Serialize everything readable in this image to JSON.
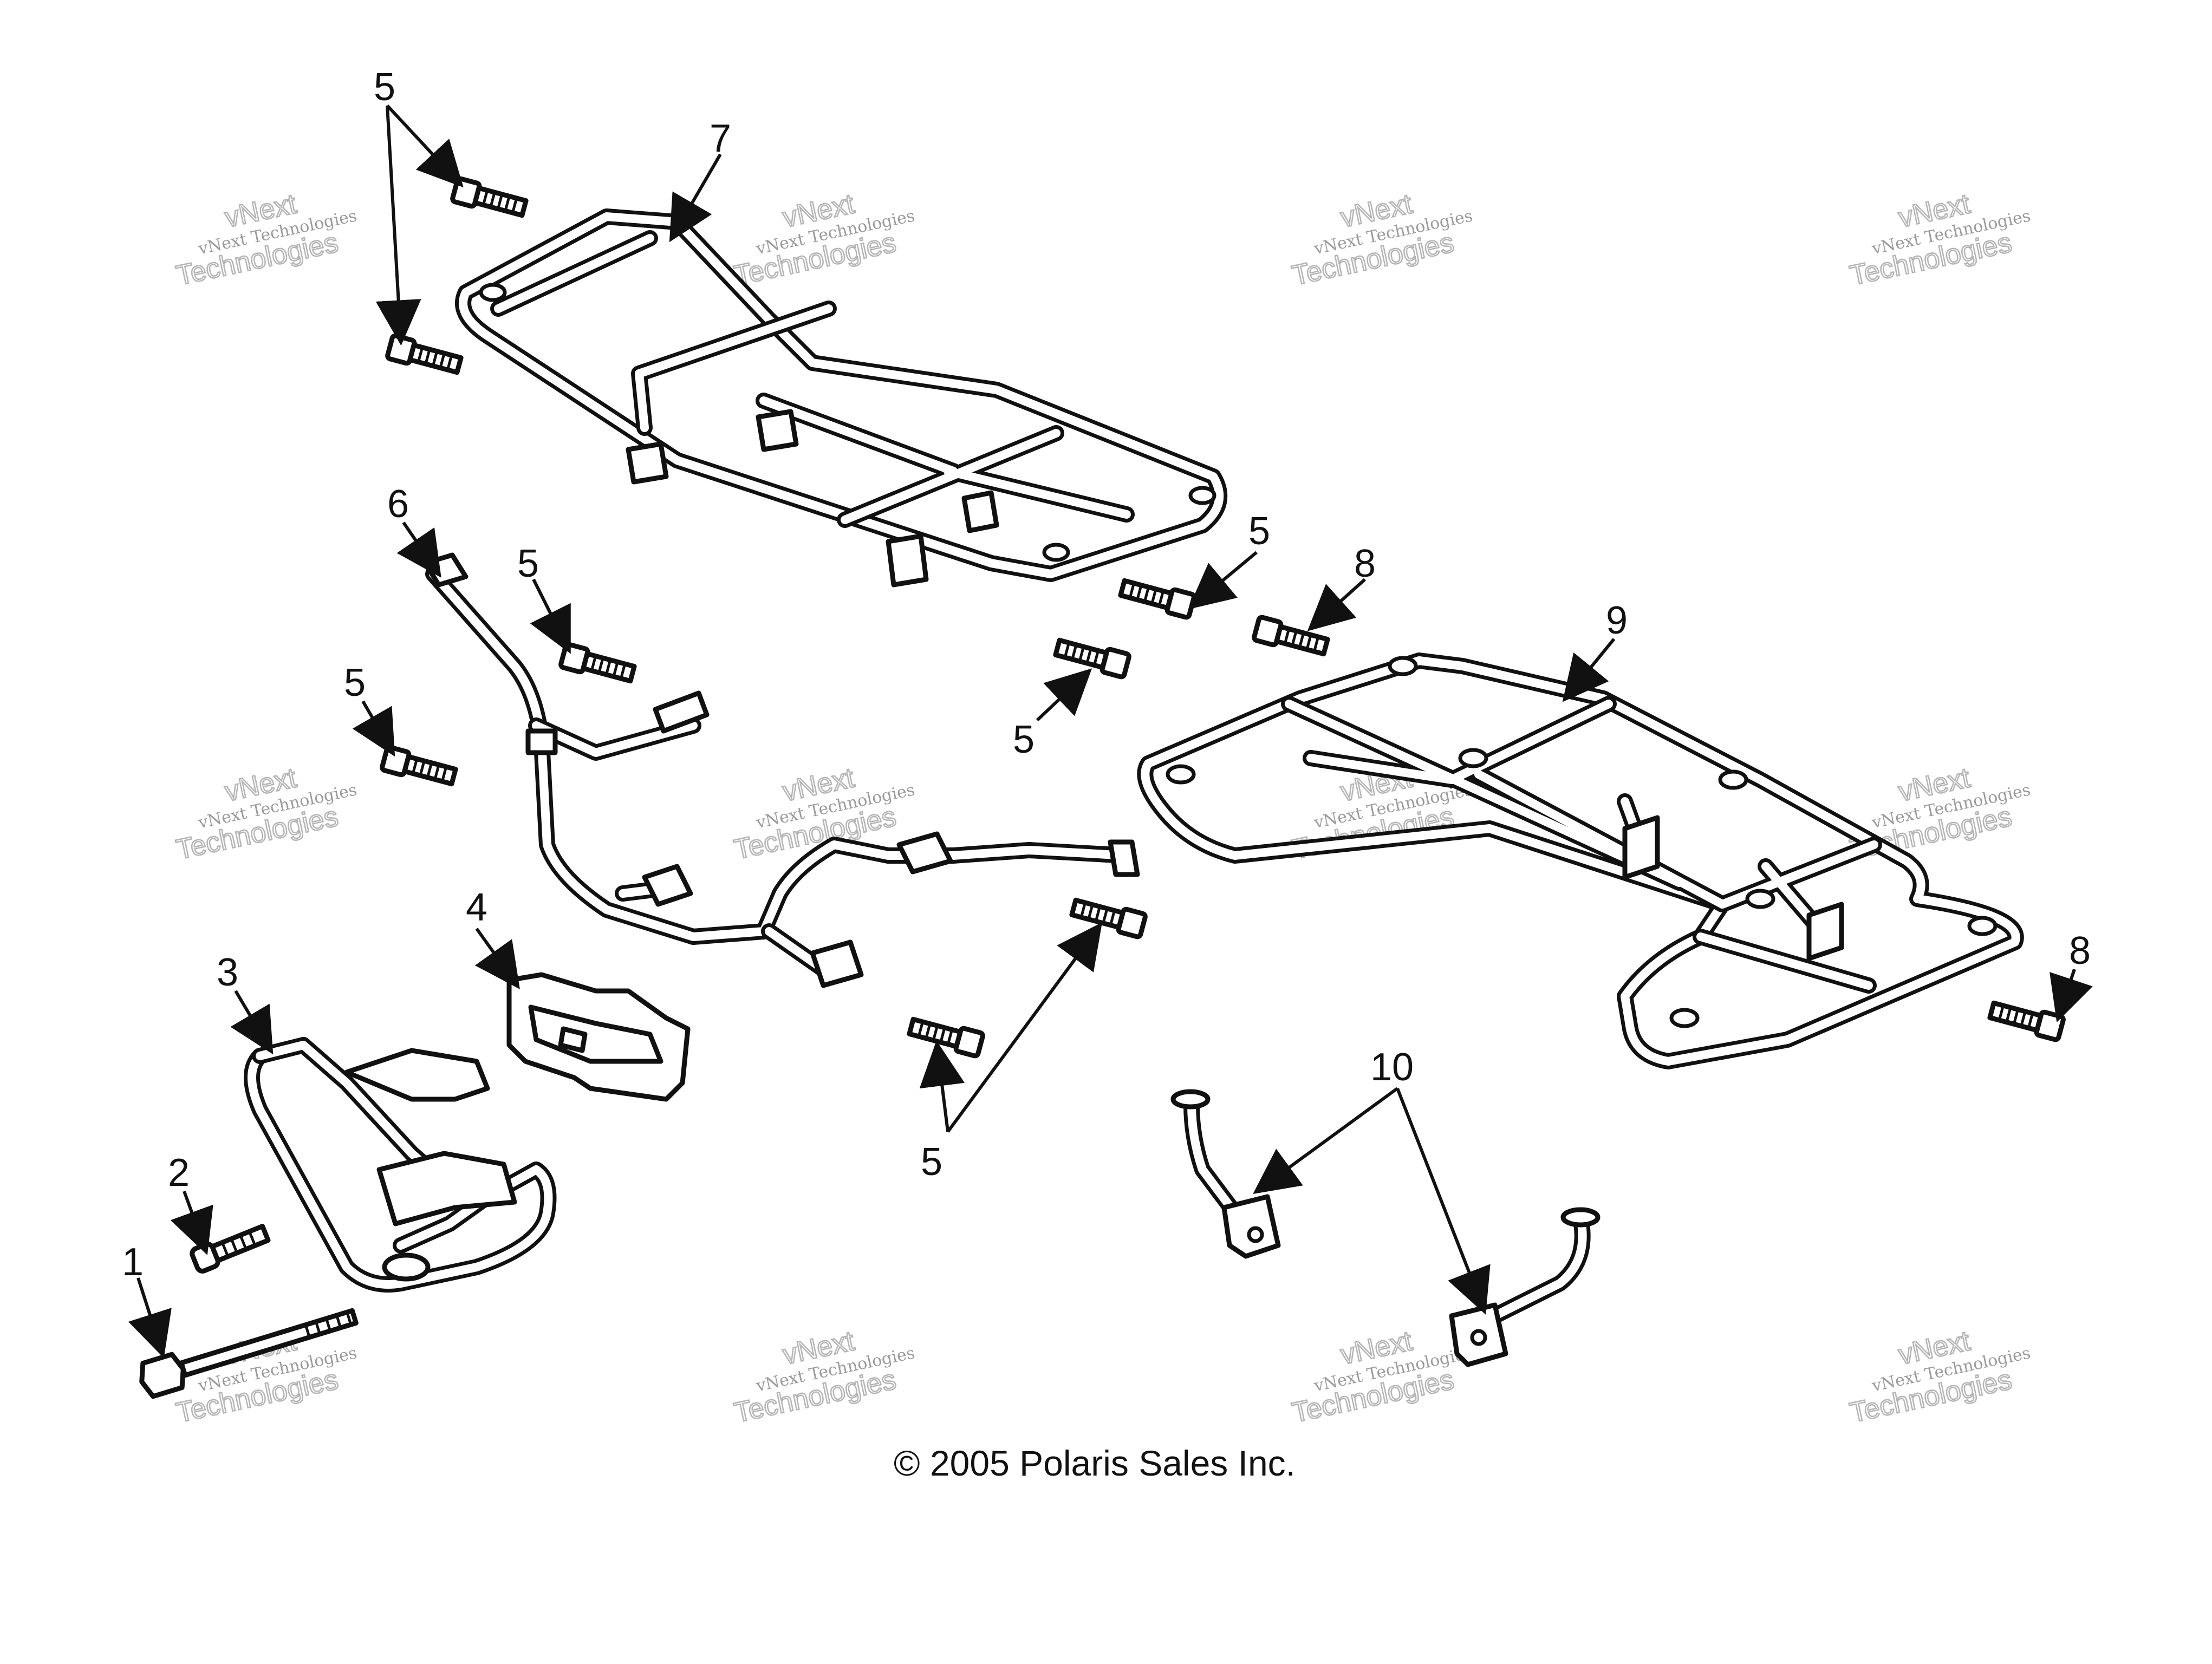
{
  "callouts": [
    "1",
    "2",
    "3",
    "4",
    "5",
    "6",
    "7",
    "8",
    "9",
    "10"
  ],
  "watermark": {
    "line1": "vNext Technologies",
    "line2": "vNext",
    "line3": "Technologies"
  },
  "copyright": "© 2005 Polaris Sales Inc.",
  "colors": {
    "line": "#111111",
    "background": "#ffffff",
    "watermark": "#9a9a9a"
  }
}
